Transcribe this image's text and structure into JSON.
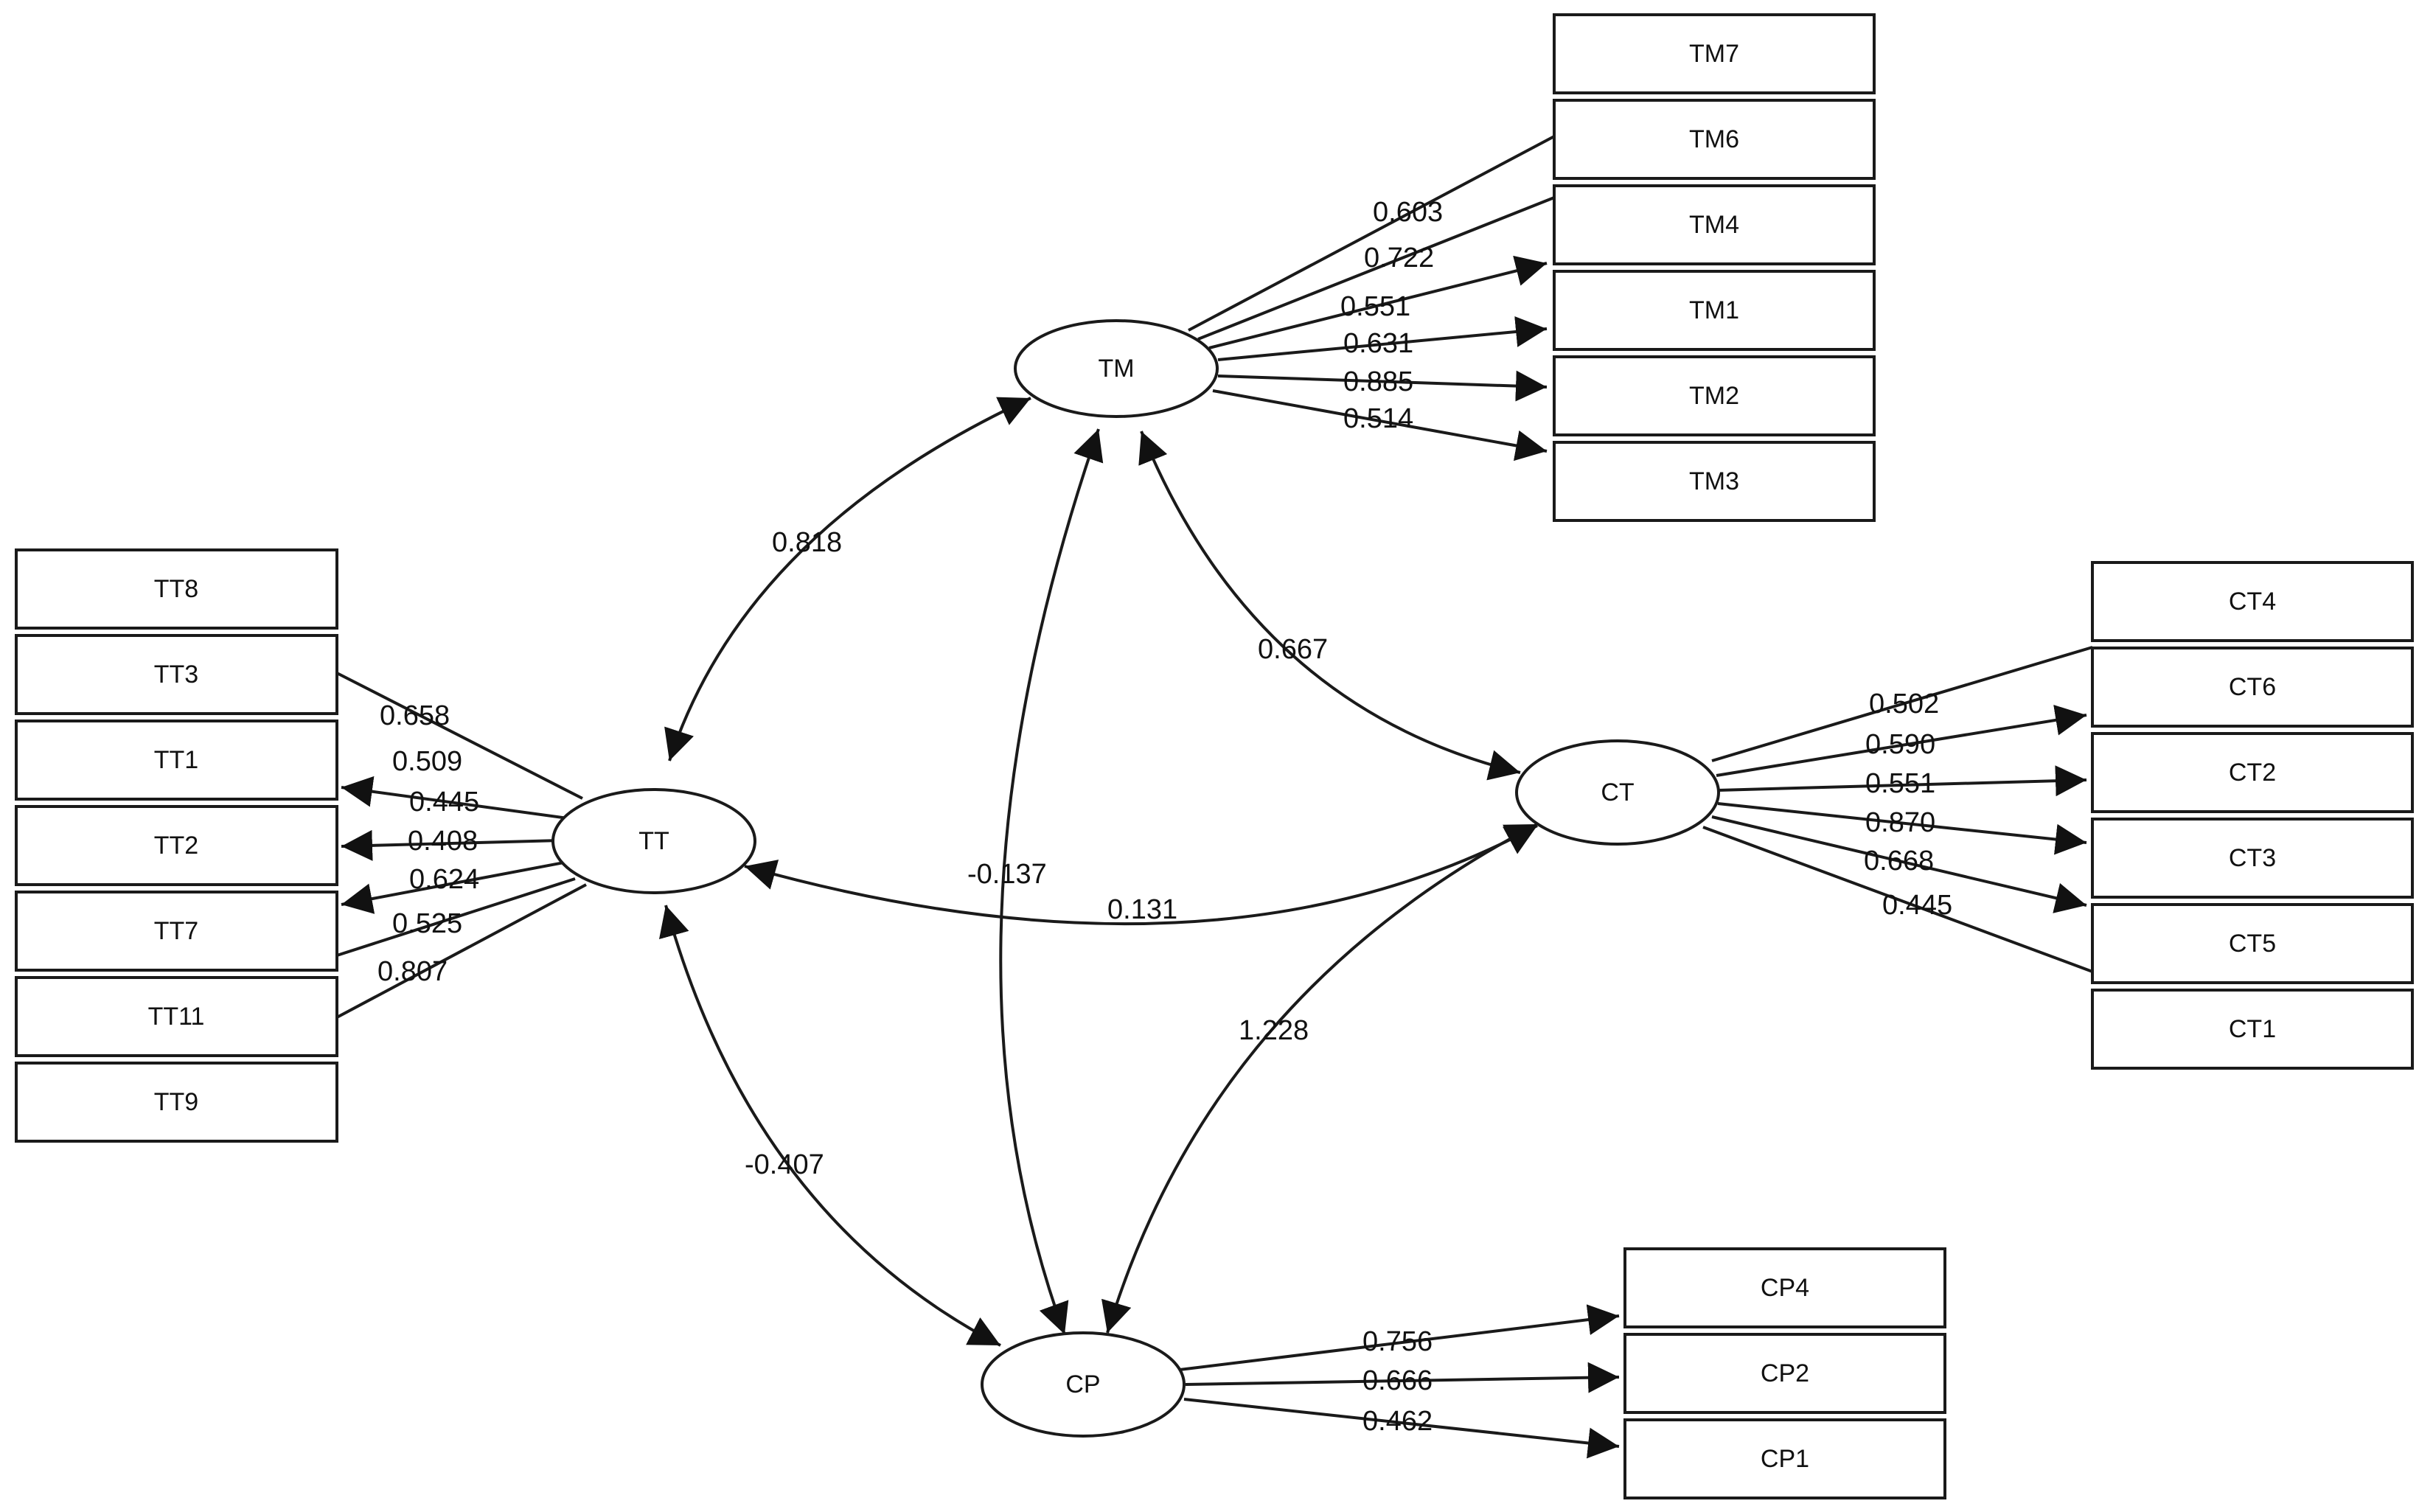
{
  "latent": {
    "TM": "TM",
    "TT": "TT",
    "CT": "CT",
    "CP": "CP"
  },
  "indicators": {
    "TM": [
      "TM7",
      "TM6",
      "TM4",
      "TM1",
      "TM2",
      "TM3"
    ],
    "TT": [
      "TT8",
      "TT3",
      "TT1",
      "TT2",
      "TT7",
      "TT11",
      "TT9"
    ],
    "CT": [
      "CT4",
      "CT6",
      "CT2",
      "CT3",
      "CT5",
      "CT1"
    ],
    "CP": [
      "CP4",
      "CP2",
      "CP1"
    ]
  },
  "loadings": {
    "TM": [
      "0.603",
      "0.722",
      "0.551",
      "0.631",
      "0.885",
      "0.514"
    ],
    "TT": [
      "0.658",
      "0.509",
      "0.445",
      "0.408",
      "0.624",
      "0.525",
      "0.807"
    ],
    "CT": [
      "0.502",
      "0.590",
      "0.551",
      "0.870",
      "0.668",
      "0.445"
    ],
    "CP": [
      "0.756",
      "0.666",
      "0.462"
    ]
  },
  "correlations": {
    "TM_TT": "0.818",
    "TM_CT": "0.667",
    "TM_CP": "-0.137",
    "TT_CT": "0.131",
    "TT_CP": "-0.407",
    "CT_CP": "1.228"
  }
}
